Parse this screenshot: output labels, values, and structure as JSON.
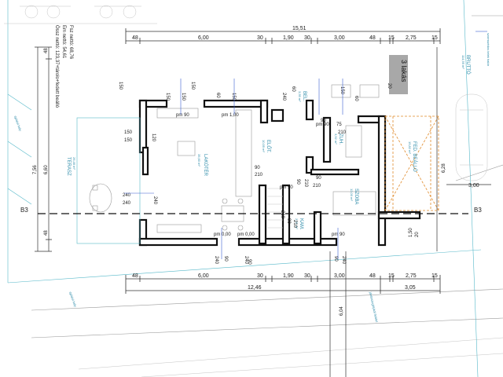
{
  "header_notes": {
    "line1": "Fsz nettó: 68,76",
    "line2": "Em nettó: 54,61",
    "line3": "Össz nettó: 123,37+tárolo+fedett beálló"
  },
  "dimensions_top_total": "15,51",
  "dimensions_top": [
    "48",
    "6,00",
    "30",
    "1,90",
    "30",
    "3,00",
    "48",
    "15",
    "2,75",
    "15"
  ],
  "dimensions_bottom_segments": [
    "48",
    "6,00",
    "30",
    "1,90",
    "30",
    "3,00",
    "48",
    "15",
    "2,75",
    "15"
  ],
  "dimensions_bottom_totals": [
    "12,46",
    "3,05"
  ],
  "dimensions_left": [
    "48",
    "6,60",
    "7,56",
    "48"
  ],
  "dimensions_right": [
    "6,28",
    "3,00",
    "1,50",
    "20"
  ],
  "section_markers": [
    "B3",
    "B3"
  ],
  "badge": "3 lakás",
  "rooms": [
    {
      "name": "TERASZ",
      "area": "26,46 m²"
    },
    {
      "name": "LAKÓTÉR",
      "area": "35,60 m²"
    },
    {
      "name": "ELŐT.",
      "area": "10,55 m²"
    },
    {
      "name": "BEL.",
      "area": "3,55 m²"
    },
    {
      "name": "ZUH.",
      "area": "3,52 m²"
    },
    {
      "name": "KAM.",
      "area": "2,35 m²"
    },
    {
      "name": "SZOBA",
      "area": "12,00 m²"
    },
    {
      "name": "FED. BEÁLLÓ",
      "area": "15,82 m²"
    },
    {
      "name": "BRUTTÓ",
      "area": "114,99 m²"
    }
  ],
  "opening_labels": {
    "o1": "pm 90",
    "o2": "pm 1,00",
    "o3": "pm 90",
    "o4": "pm 90",
    "o5": "pm 0,00",
    "o6": "pm 0,00",
    "o7": "pm 90",
    "n150a": "150",
    "n150b": "150",
    "n150c": "150",
    "n150d": "150",
    "n60a": "60",
    "n150e": "150",
    "n240a": "240",
    "n60b": "60",
    "n150f": "150",
    "n60c": "60",
    "n20": "20",
    "n90a": "90",
    "n75": "75",
    "n210a": "210",
    "n210b": "210",
    "n90b": "90",
    "n210c": "210",
    "n90c": "90",
    "n90d": "90",
    "n210d": "210",
    "n90e": "90",
    "n210e": "210",
    "n240b": "240",
    "n240c": "240",
    "n210f": "210",
    "n240d": "240",
    "n90f": "90",
    "n240e": "240",
    "n90g": "90",
    "n240f": "240",
    "n120": "120",
    "n90h": "90",
    "n240g": "240",
    "n150g": "150",
    "n150h": "150"
  },
  "site_labels": {
    "left_top": "építési hely",
    "left_bottom": "építési hely",
    "right_top": "szomszédos telek határ",
    "bottom_center": "járdaszegélyköl felület",
    "right_dim": "6,04"
  }
}
